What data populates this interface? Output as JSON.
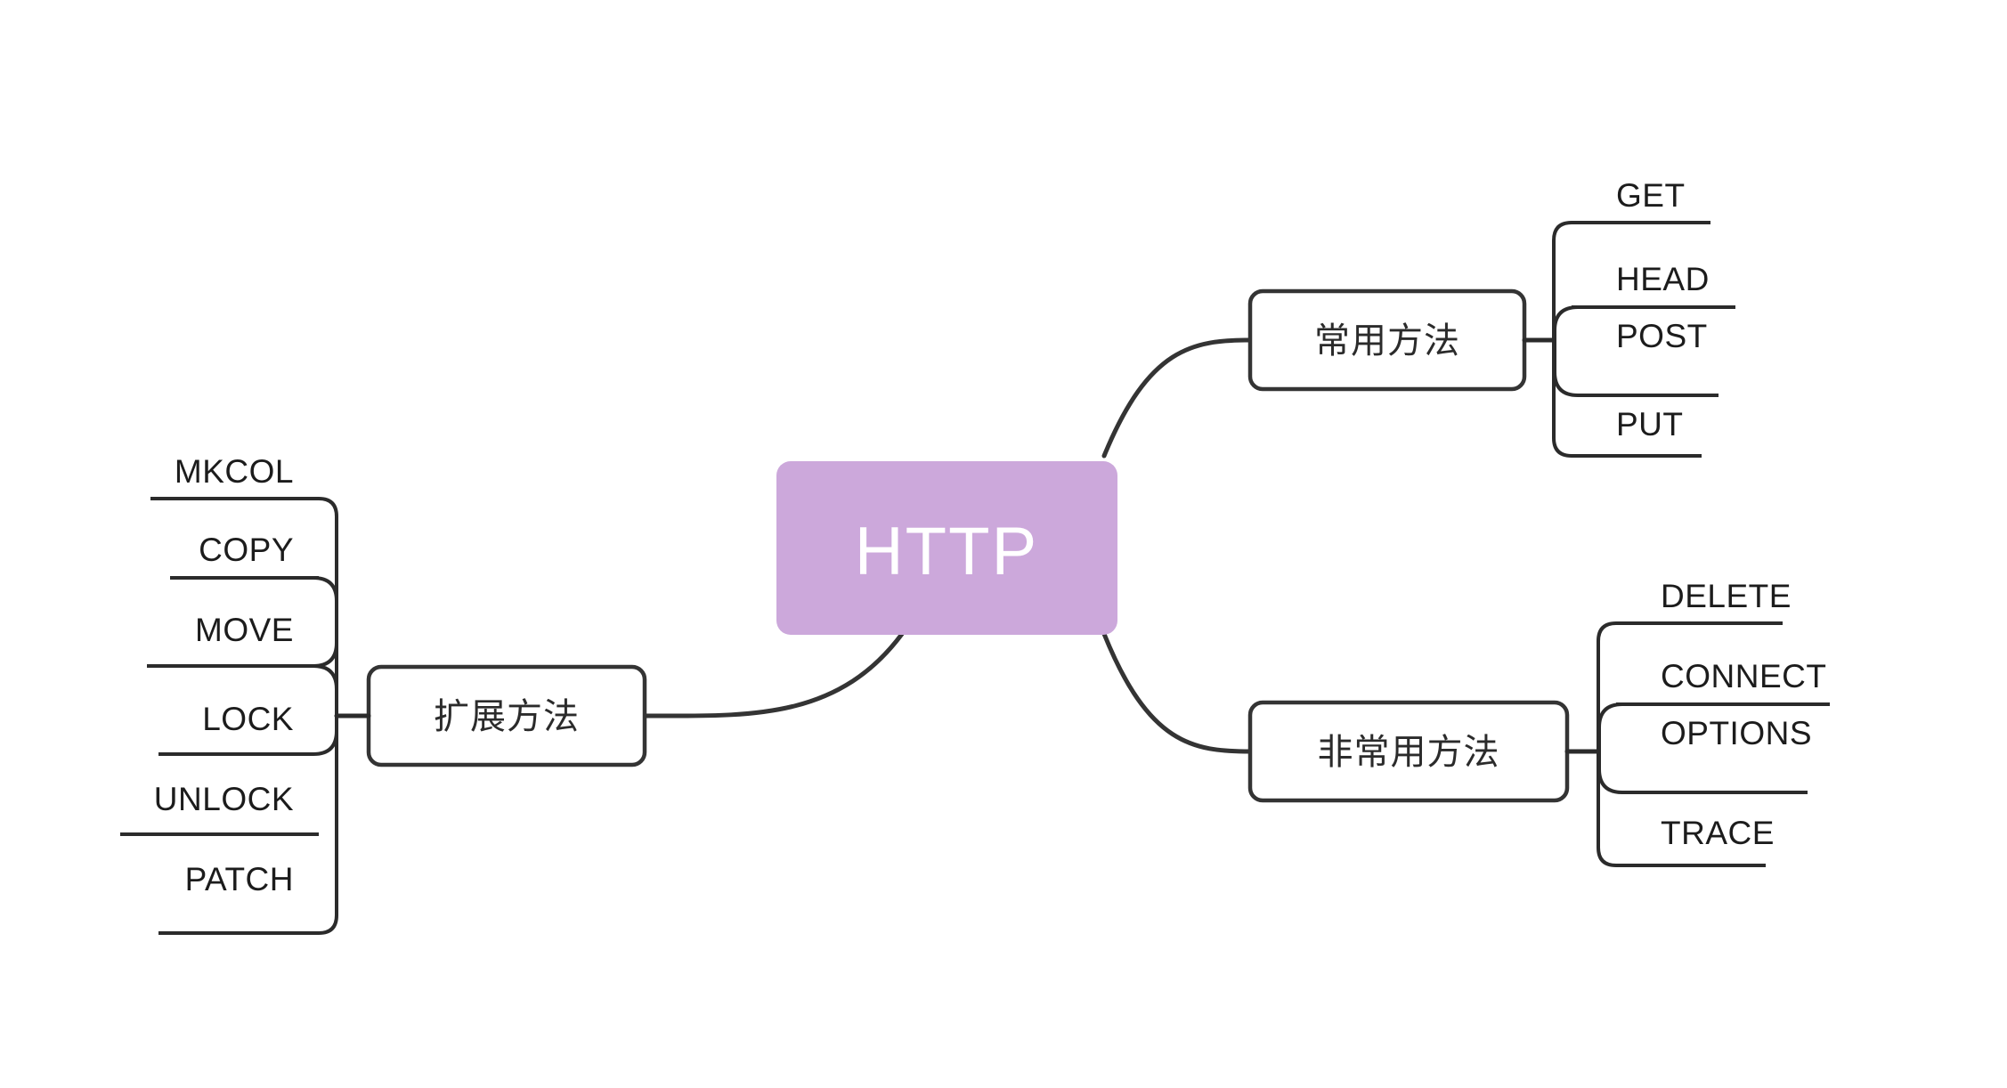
{
  "diagram": {
    "type": "mindmap",
    "title": "HTTP",
    "background_color": "#ffffff",
    "root": {
      "label": "HTTP",
      "fill_color": "#cca8db",
      "text_color": "#ffffff"
    },
    "line_color": "#2b2b2b",
    "branches": [
      {
        "id": "common",
        "label": "常用方法",
        "position": "top-right",
        "leaves": [
          {
            "label": "GET"
          },
          {
            "label": "HEAD"
          },
          {
            "label": "POST"
          },
          {
            "label": "PUT"
          }
        ]
      },
      {
        "id": "uncommon",
        "label": "非常用方法",
        "position": "bottom-right",
        "leaves": [
          {
            "label": "DELETE"
          },
          {
            "label": "CONNECT"
          },
          {
            "label": "OPTIONS"
          },
          {
            "label": "TRACE"
          }
        ]
      },
      {
        "id": "extension",
        "label": "扩展方法",
        "position": "left",
        "leaves": [
          {
            "label": "MKCOL"
          },
          {
            "label": "COPY"
          },
          {
            "label": "MOVE"
          },
          {
            "label": "LOCK"
          },
          {
            "label": "UNLOCK"
          },
          {
            "label": "PATCH"
          }
        ]
      }
    ]
  }
}
